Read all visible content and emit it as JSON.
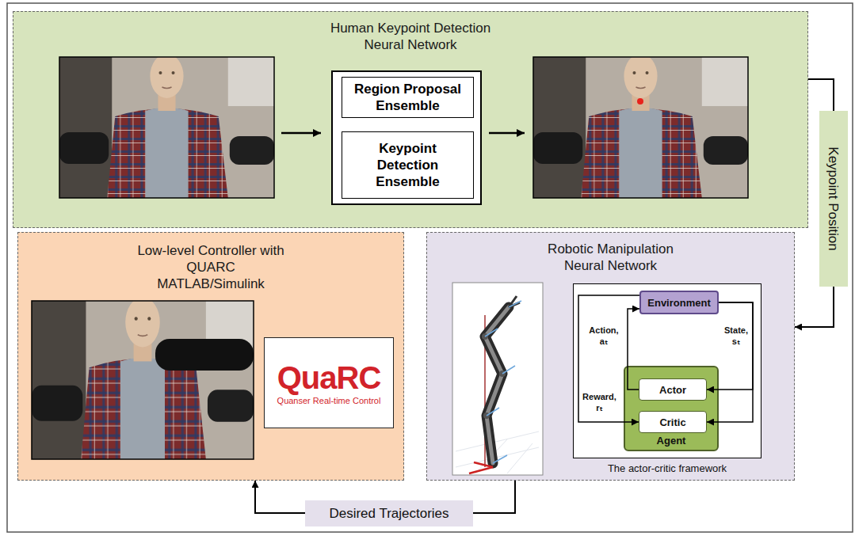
{
  "diagram": {
    "nodes": [
      {
        "text": [
          "Human Keypoint Detection Neural Network"
        ]
      },
      {
        "text": [
          "Region Proposal Ensemble"
        ],
        "in": 0
      },
      {
        "text": [
          "Keypoint Detection Ensemble"
        ],
        "in": 0
      },
      {
        "text": [
          "Low-level Controller with QUARC MATLAB/Simulink"
        ]
      },
      {
        "text": [
          "QuaRC",
          "Quanser Real-time Control"
        ],
        "in": 3
      },
      {
        "text": [
          "Robotic Manipulation Neural Network"
        ]
      },
      {
        "text": [
          "The actor-critic framework"
        ],
        "in": 5
      },
      {
        "text": [
          "Environment"
        ],
        "in": 6
      },
      {
        "text": [
          "Agent"
        ],
        "in": 6
      },
      {
        "text": [
          "Actor"
        ],
        "in": 8
      },
      {
        "text": [
          "Critic"
        ],
        "in": 8
      }
    ],
    "edges": [
      {
        "from": 0,
        "to": 5,
        "label": "Keypoint Position",
        "arrow": "to"
      },
      {
        "from": 5,
        "to": 3,
        "label": "Desired Trajectories",
        "arrow": "to"
      },
      {
        "from": 9,
        "to": 7,
        "label": "Action, aₜ",
        "arrow": "to"
      },
      {
        "from": 7,
        "to": 9,
        "label": "State, sₜ",
        "arrow": "to"
      },
      {
        "from": 7,
        "to": 10,
        "arrow": "to"
      },
      {
        "from": 7,
        "to": 10,
        "label": "Reward, rₜ",
        "arrow": "to"
      }
    ]
  }
}
